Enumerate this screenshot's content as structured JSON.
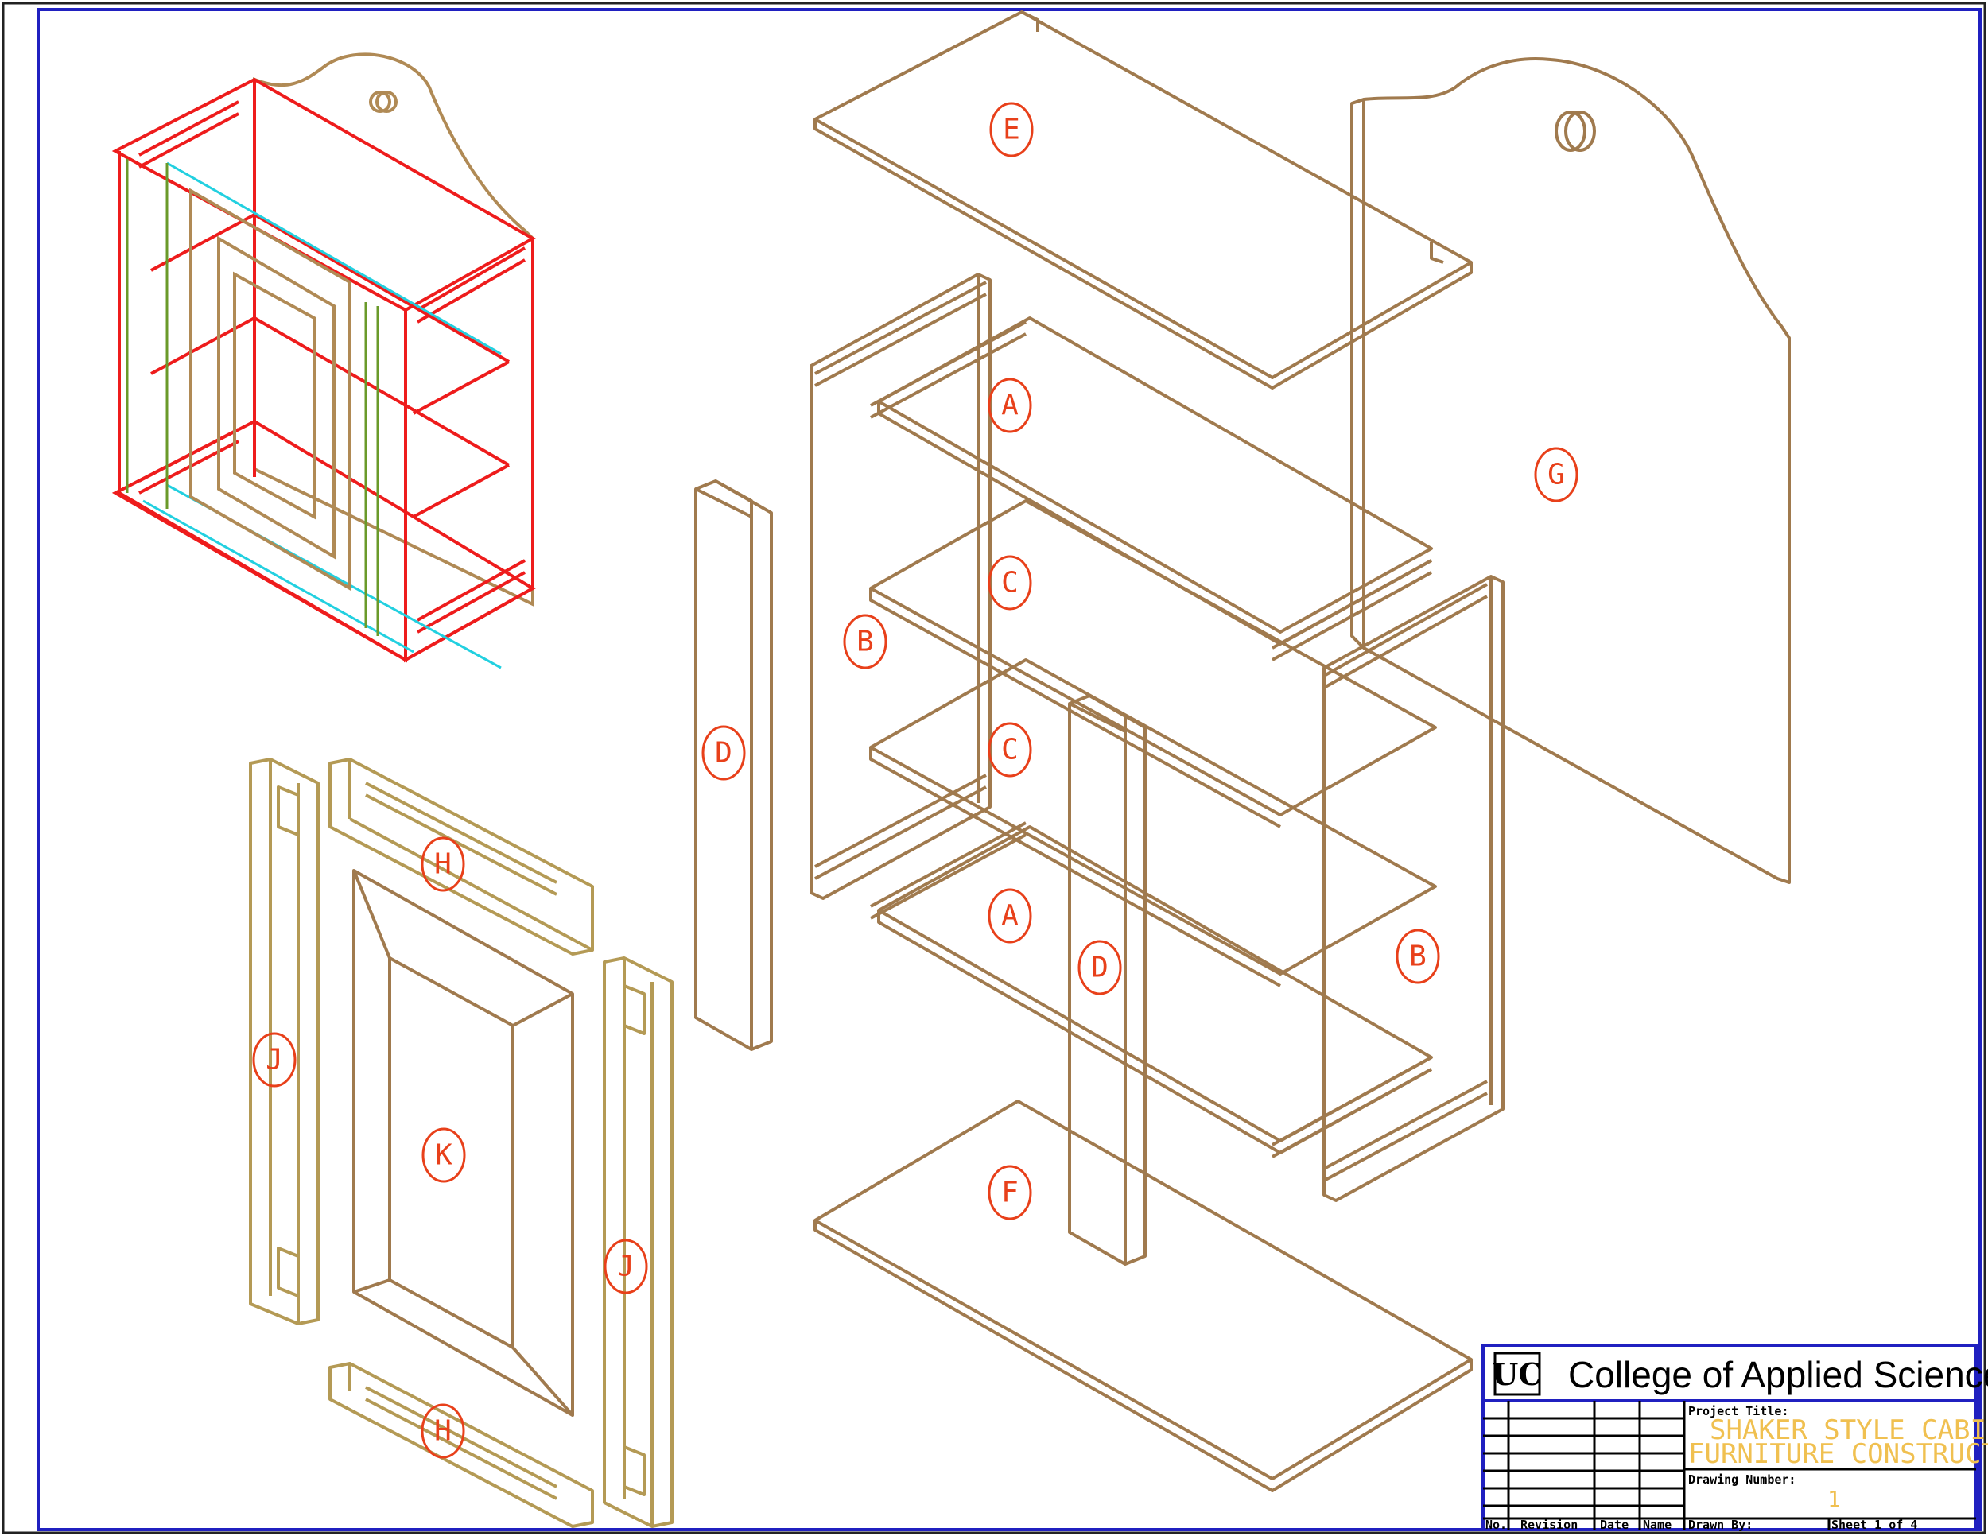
{
  "balloons": {
    "A_top": "A",
    "A_bottom": "A",
    "B_left": "B",
    "B_right": "B",
    "C_upper": "C",
    "C_lower": "C",
    "D_left": "D",
    "D_right": "D",
    "E": "E",
    "F": "F",
    "G": "G",
    "H_top": "H",
    "H_bottom": "H",
    "J_left": "J",
    "J_right": "J",
    "K": "K"
  },
  "title_block": {
    "college": "College of Applied Science",
    "logo_text": "UC",
    "project_title_label": "Project Title:",
    "project_title_line1": "SHAKER STYLE CABINET",
    "project_title_line2": "FURNITURE CONSTRUCTION",
    "drawing_number_label": "Drawing Number:",
    "drawing_number": "1",
    "col_no": "No.",
    "col_revision": "Revision",
    "col_date": "Date",
    "col_name": "Name",
    "drawn_by_label": "Drawn By:",
    "sheet_label": "Sheet 1  of 4"
  },
  "colors": {
    "part_lines": "#a07a4e",
    "door_lines": "#b49a55",
    "assembly_red": "#ee1c1c",
    "glass_cyan": "#22d0e0",
    "balloon": "#e8401a",
    "border": "#2020c0",
    "project_title_text": "#f0c050"
  }
}
